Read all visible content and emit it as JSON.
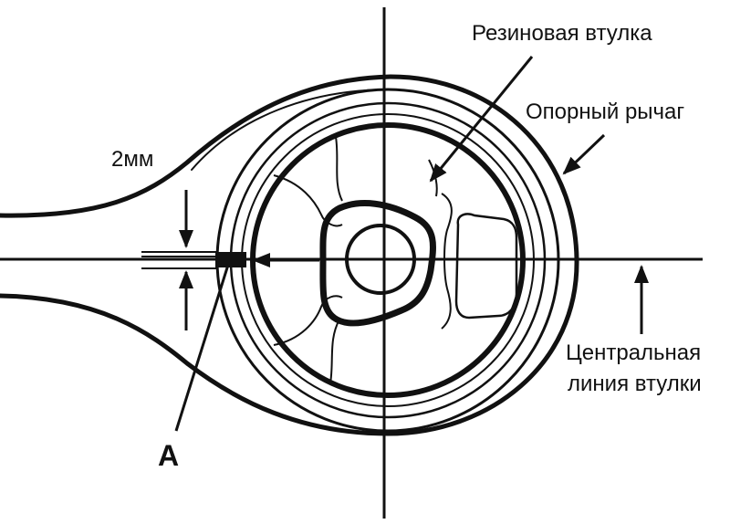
{
  "labels": {
    "rubber_bushing": "Резиновая втулка",
    "support_arm": "Опорный рычаг",
    "gap": "2мм",
    "centerline_line1": "Центральная",
    "centerline_line2": "линия втулки",
    "point_a": "A"
  },
  "colors": {
    "ink": "#111111",
    "paper": "#ffffff"
  }
}
